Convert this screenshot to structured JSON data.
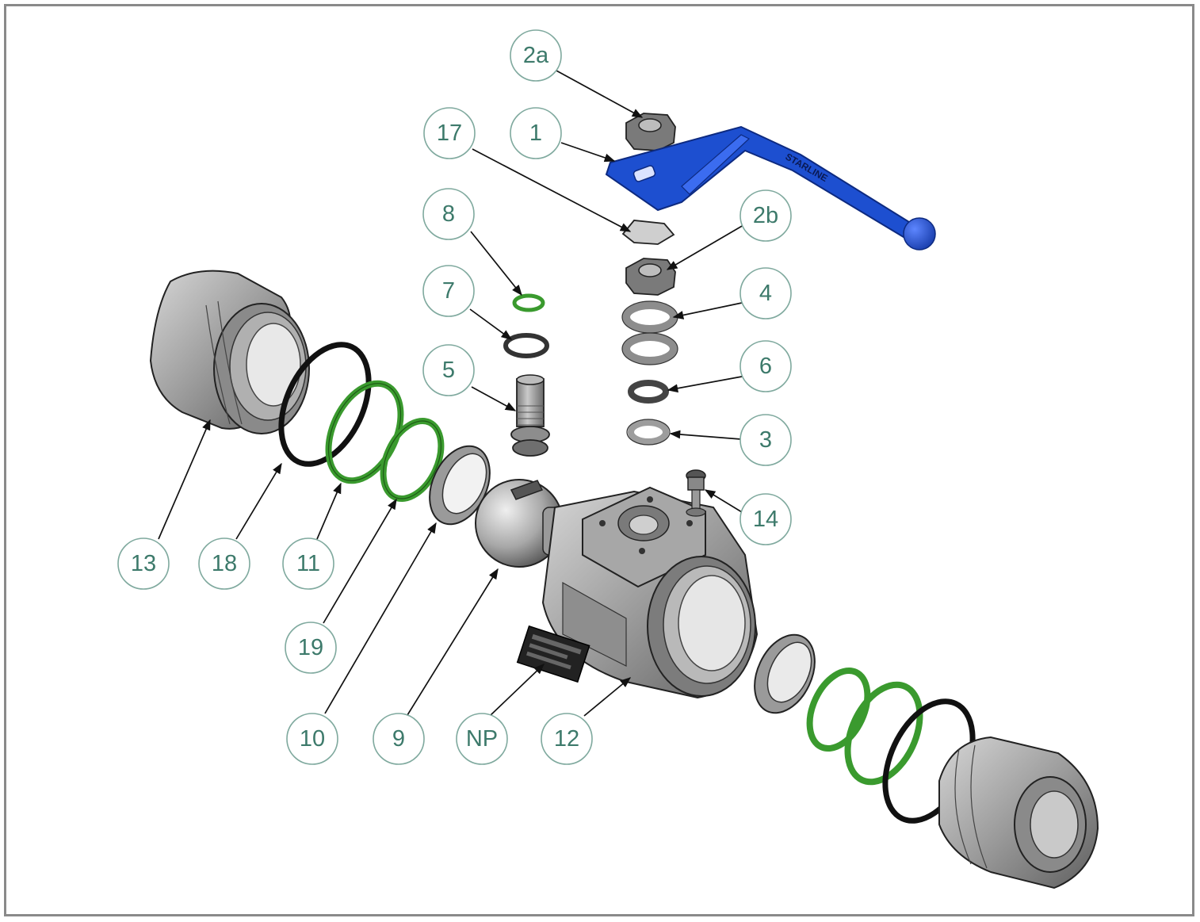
{
  "colors": {
    "bubble_text": "#3d7a6b",
    "bubble_stroke": "#7fa99e",
    "handle_blue": "#1d4fd0",
    "oring_green": "#3a9a2e",
    "metal": "#9a9a9a",
    "frame": "#8a8a8a"
  },
  "handle_brand": "STARLINE",
  "balloons": [
    {
      "id": "1",
      "label": "1"
    },
    {
      "id": "2a",
      "label": "2a"
    },
    {
      "id": "2b",
      "label": "2b"
    },
    {
      "id": "3",
      "label": "3"
    },
    {
      "id": "4",
      "label": "4"
    },
    {
      "id": "5",
      "label": "5"
    },
    {
      "id": "6",
      "label": "6"
    },
    {
      "id": "7",
      "label": "7"
    },
    {
      "id": "8",
      "label": "8"
    },
    {
      "id": "9",
      "label": "9"
    },
    {
      "id": "10",
      "label": "10"
    },
    {
      "id": "11",
      "label": "11"
    },
    {
      "id": "12",
      "label": "12"
    },
    {
      "id": "13",
      "label": "13"
    },
    {
      "id": "14",
      "label": "14"
    },
    {
      "id": "17",
      "label": "17"
    },
    {
      "id": "18",
      "label": "18"
    },
    {
      "id": "19",
      "label": "19"
    },
    {
      "id": "NP",
      "label": "NP"
    }
  ]
}
